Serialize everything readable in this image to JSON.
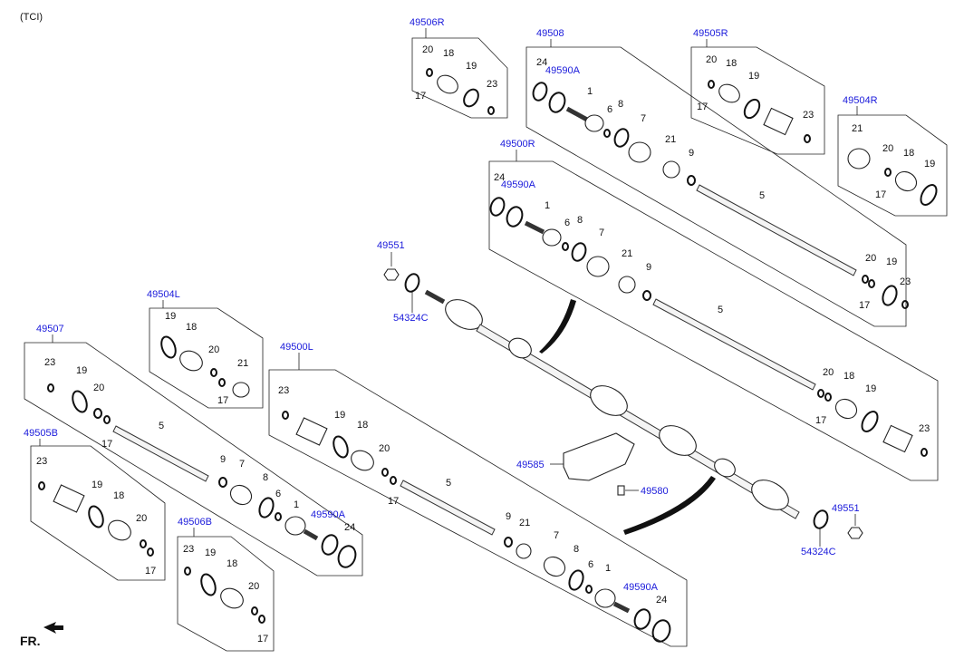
{
  "header": {
    "variant": "(TCI)"
  },
  "footer": {
    "direction": "FR."
  },
  "assemblies": {
    "a49506R": "49506R",
    "a49508": "49508",
    "a49505R": "49505R",
    "a49504R": "49504R",
    "a49500R": "49500R",
    "a49504L": "49504L",
    "a49507": "49507",
    "a49500L": "49500L",
    "a49505B": "49505B",
    "a49506B": "49506B"
  },
  "callouts": {
    "n49551": "49551",
    "n54324C": "54324C",
    "n49585": "49585",
    "n49580": "49580",
    "n49590A": "49590A"
  },
  "parts": {
    "p1": "1",
    "p5": "5",
    "p6": "6",
    "p7": "7",
    "p8": "8",
    "p9": "9",
    "p17": "17",
    "p18": "18",
    "p19": "19",
    "p20": "20",
    "p21": "21",
    "p23": "23",
    "p24": "24"
  },
  "colors": {
    "link_blue": "#1a1adb",
    "line": "#222222"
  }
}
